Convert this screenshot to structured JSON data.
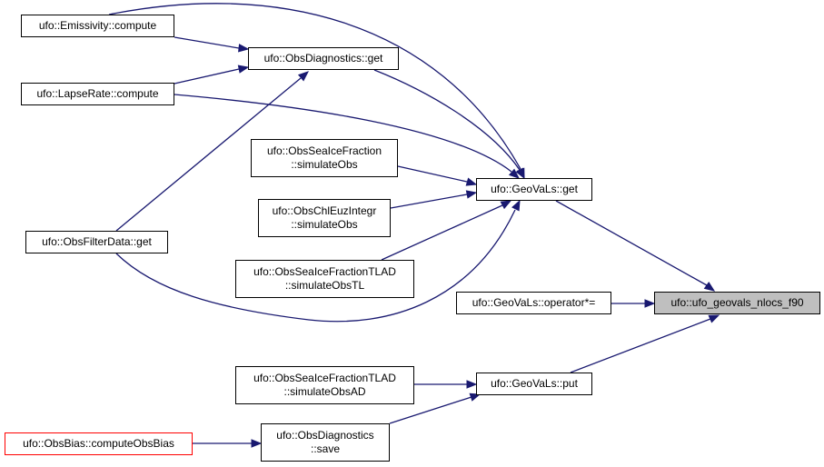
{
  "nodes": {
    "emissivity": {
      "lines": [
        "ufo::Emissivity::compute"
      ]
    },
    "obsdiag_get": {
      "lines": [
        "ufo::ObsDiagnostics::get"
      ]
    },
    "lapserate": {
      "lines": [
        "ufo::LapseRate::compute"
      ]
    },
    "seaice_sim": {
      "lines": [
        "ufo::ObsSeaIceFraction",
        "::simulateObs"
      ]
    },
    "geovals_get": {
      "lines": [
        "ufo::GeoVaLs::get"
      ]
    },
    "chleuz_sim": {
      "lines": [
        "ufo::ObsChlEuzIntegr",
        "::simulateObs"
      ]
    },
    "filterdata_get": {
      "lines": [
        "ufo::ObsFilterData::get"
      ]
    },
    "seaice_tl": {
      "lines": [
        "ufo::ObsSeaIceFractionTLAD",
        "::simulateObsTL"
      ]
    },
    "geovals_opmul": {
      "lines": [
        "ufo::GeoVaLs::operator*="
      ]
    },
    "nlocs_f90": {
      "lines": [
        "ufo::ufo_geovals_nlocs_f90"
      ]
    },
    "seaice_ad": {
      "lines": [
        "ufo::ObsSeaIceFractionTLAD",
        "::simulateObsAD"
      ]
    },
    "geovals_put": {
      "lines": [
        "ufo::GeoVaLs::put"
      ]
    },
    "obsbias": {
      "lines": [
        "ufo::ObsBias::computeObsBias"
      ]
    },
    "obsdiag_save": {
      "lines": [
        "ufo::ObsDiagnostics",
        "::save"
      ]
    }
  },
  "colors": {
    "edge": "#191970",
    "border": "#000000",
    "highlight_border": "#ff0000",
    "target_fill": "#bfbfbf"
  }
}
